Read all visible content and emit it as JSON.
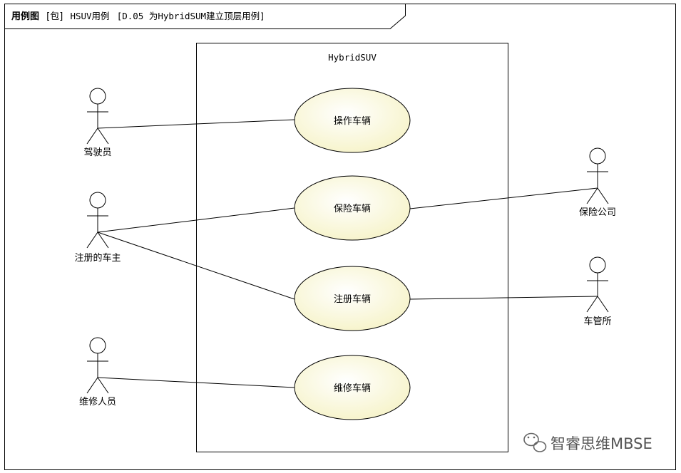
{
  "frame": {
    "keyword": "用例图",
    "package": "[包]",
    "package_name": "HSUV用例",
    "diagram_name": "[D.05 为HybridSUM建立顶层用例]"
  },
  "system_boundary": {
    "title": "HybridSUV"
  },
  "use_cases": [
    {
      "id": "uc-operate",
      "label": "操作车辆"
    },
    {
      "id": "uc-insure",
      "label": "保险车辆"
    },
    {
      "id": "uc-register",
      "label": "注册车辆"
    },
    {
      "id": "uc-maintain",
      "label": "维修车辆"
    }
  ],
  "actors": [
    {
      "id": "driver",
      "label": "驾驶员"
    },
    {
      "id": "owner",
      "label": "注册的车主"
    },
    {
      "id": "maintainer",
      "label": "维修人员"
    },
    {
      "id": "insurer",
      "label": "保险公司"
    },
    {
      "id": "dmv",
      "label": "车管所"
    }
  ],
  "associations": [
    {
      "from": "driver",
      "to": "uc-operate"
    },
    {
      "from": "owner",
      "to": "uc-insure"
    },
    {
      "from": "owner",
      "to": "uc-register"
    },
    {
      "from": "maintainer",
      "to": "uc-maintain"
    },
    {
      "from": "insurer",
      "to": "uc-insure"
    },
    {
      "from": "dmv",
      "to": "uc-register"
    }
  ],
  "watermark": {
    "text": "智睿思维MBSE",
    "icon": "wechat-icon"
  },
  "colors": {
    "usecase_fill": "#fafae0",
    "usecase_fill_center": "#ffffff",
    "line": "#000000"
  }
}
